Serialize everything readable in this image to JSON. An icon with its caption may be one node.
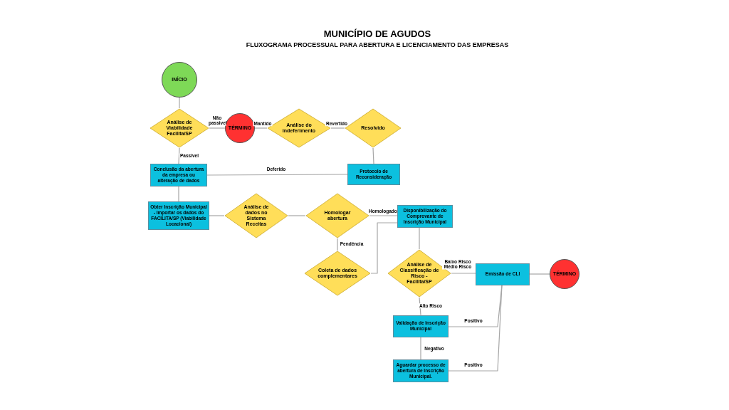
{
  "diagram": {
    "title": "MUNICÍPIO DE AGUDOS",
    "nodes": [
      {
        "text": [
          "INÍCIO"
        ]
      },
      {
        "text": [
          "Análise de Viabilidade Facilita/SP"
        ]
      },
      {
        "text": [
          "TÉRMINO"
        ]
      },
      {
        "text": [
          "Análise do indeferimento"
        ]
      },
      {
        "text": [
          "Resolvido"
        ]
      },
      {
        "text": [
          "Conclusão da abertura da empresa ou alteração de dados"
        ]
      },
      {
        "text": [
          "Protocolo de Reconsideração"
        ]
      },
      {
        "text": [
          "Obter Inscrição Municipal - Importar os dados do FACILITA/SP (Viabilidade Locacional)"
        ]
      },
      {
        "text": [
          "Análise de dados no Sistema Receitas"
        ]
      },
      {
        "text": [
          "Homologar abertura"
        ]
      },
      {
        "text": [
          "Coleta de dados complementares"
        ]
      },
      {
        "text": [
          "Disponibilização do Comprovante de Inscrição Municipal"
        ]
      },
      {
        "text": [
          "Análise de Classificação de Risco - Facilita/SP"
        ]
      },
      {
        "text": [
          "Emissão de CLI"
        ]
      },
      {
        "text": [
          "TÉRMINO"
        ]
      },
      {
        "text": [
          "Validação de Inscrição Municipal"
        ]
      },
      {
        "text": [
          "Aguardar processo de abertura de Inscrição Municipal."
        ]
      }
    ],
    "edges": [
      {
        "from": 0,
        "to": 1,
        "arrow": "none"
      },
      {
        "from": 1,
        "to": 2,
        "arrow": "none",
        "label": "Não passivel"
      },
      {
        "from": 2,
        "to": 3,
        "arrow": "none",
        "label": "Mantido"
      },
      {
        "from": 3,
        "to": 4,
        "arrow": "none",
        "label": "Revertido"
      },
      {
        "from": 4,
        "to": 6,
        "arrow": "none"
      },
      {
        "from": 1,
        "to": 5,
        "arrow": "none",
        "label": "Passivel"
      },
      {
        "from": 6,
        "to": 5,
        "arrow": "none",
        "label": "Deferido"
      },
      {
        "from": 5,
        "to": 7,
        "arrow": "none"
      },
      {
        "from": 7,
        "to": 8,
        "arrow": "none"
      },
      {
        "from": 8,
        "to": 9,
        "arrow": "none"
      },
      {
        "from": 9,
        "to": 11,
        "arrow": "none",
        "label": "Homologado"
      },
      {
        "from": 9,
        "to": 10,
        "arrow": "none",
        "label": "Pendência"
      },
      {
        "from": 10,
        "to": 11,
        "arrow": "none"
      },
      {
        "from": 11,
        "to": 12,
        "arrow": "none"
      },
      {
        "from": 12,
        "to": 13,
        "arrow": "none",
        "label": "Baixo Risco Médio Risco"
      },
      {
        "from": 13,
        "to": 14,
        "arrow": "none"
      },
      {
        "from": 12,
        "to": 15,
        "arrow": "none",
        "label": "Alto Risco"
      },
      {
        "from": 15,
        "to": 13,
        "arrow": "none",
        "label": "Positivo"
      },
      {
        "from": 15,
        "to": 16,
        "arrow": "none",
        "label": "Negativo"
      },
      {
        "from": 16,
        "to": 13,
        "arrow": "none",
        "label": "Positivo"
      }
    ],
    "labels": [
      "FLUXOGRAMA PROCESSUAL PARA ABERTURA E LICENCIAMENTO DAS EMPRESAS"
    ]
  }
}
